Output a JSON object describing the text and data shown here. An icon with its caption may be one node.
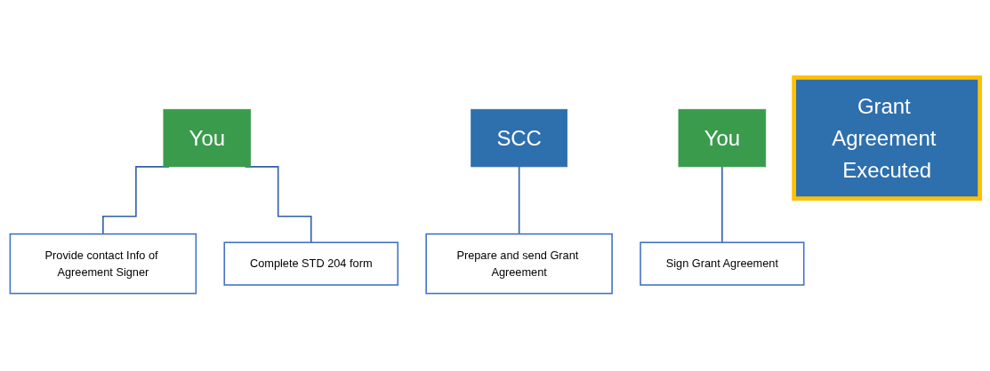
{
  "diagram": {
    "nodes": [
      {
        "text": [
          "You"
        ]
      },
      {
        "text": [
          "Provide contact Info of Agreement Signer"
        ]
      },
      {
        "text": [
          "Complete STD 204 form"
        ]
      },
      {
        "text": [
          "SCC"
        ]
      },
      {
        "text": [
          "Prepare and send Grant Agreement"
        ]
      },
      {
        "text": [
          "You"
        ]
      },
      {
        "text": [
          "Sign Grant Agreement"
        ]
      },
      {
        "text": [
          "Grant Agreement Executed"
        ]
      }
    ],
    "edges": [
      {
        "from": 0,
        "to": 1,
        "arrow": "none"
      },
      {
        "from": 0,
        "to": 2,
        "arrow": "none"
      },
      {
        "from": 3,
        "to": 4,
        "arrow": "none"
      },
      {
        "from": 5,
        "to": 6,
        "arrow": "none"
      }
    ]
  }
}
